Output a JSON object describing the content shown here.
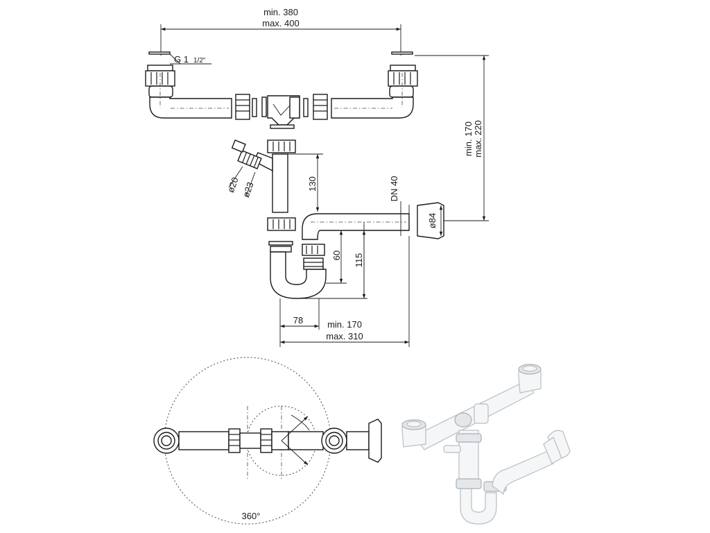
{
  "dimensions": {
    "width_min": "min. 380",
    "width_max": "max. 400",
    "thread": "G 1",
    "thread_fraction": "1/2\"",
    "height_min": "min. 170",
    "height_max": "max. 220",
    "outlet_dn": "DN 40",
    "wall_flange": "ø84",
    "inlet_small": "ø20",
    "inlet_large": "ø23",
    "riser": "130",
    "trap_depth": "60",
    "trap_total": "115",
    "trap_offset": "78",
    "reach_min": "min. 170",
    "reach_max": "max. 310",
    "rotation": "360°"
  },
  "colors": {
    "line": "#1a1a1a",
    "render_fill": "#f4f6f7",
    "render_edge": "#b8bec2"
  }
}
